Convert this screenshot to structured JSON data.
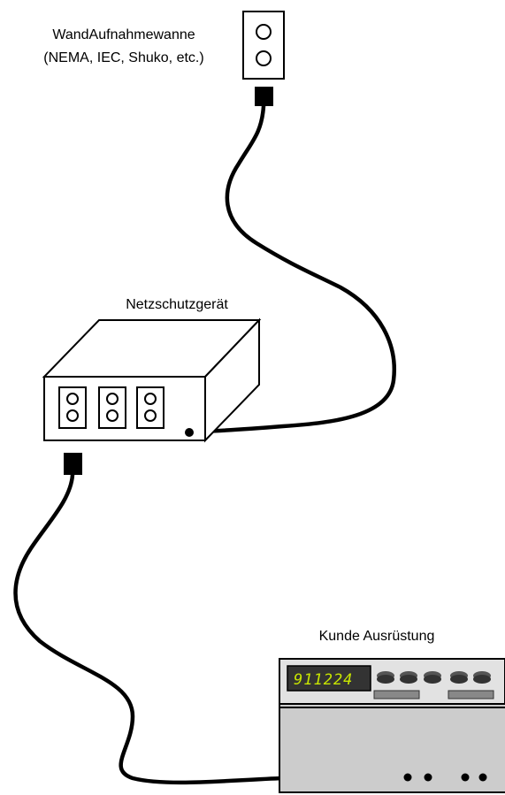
{
  "labels": {
    "wall_outlet_line1": "WandAufnahmewanne",
    "wall_outlet_line2": "(NEMA, IEC, Shuko, etc.)",
    "protector": "Netzschutzgerät",
    "equipment": "Kunde Ausrüstung",
    "display": "911224"
  },
  "colors": {
    "display_bg": "#333333",
    "display_text": "#c8e600",
    "equipment_body": "#cccccc",
    "equipment_top": "#e2e2e2",
    "equipment_side": "#b8b8b8",
    "cable": "#000000"
  },
  "icons": {
    "wall_outlet": "outlet-icon",
    "protector": "surge-protector-icon",
    "equipment": "equipment-device-icon"
  }
}
